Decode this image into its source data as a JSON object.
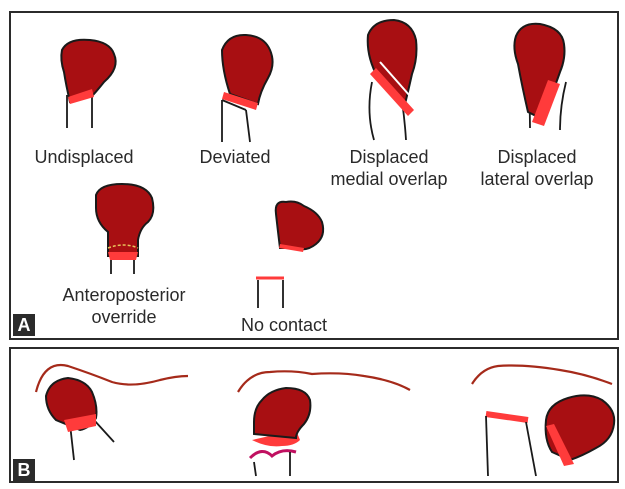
{
  "panels": {
    "a_letter": "A",
    "b_letter": "B"
  },
  "labels": {
    "undisplaced": "Undisplaced",
    "deviated": "Deviated",
    "displaced_medial_line1": "Displaced",
    "displaced_medial_line2": "medial overlap",
    "displaced_lateral_line1": "Displaced",
    "displaced_lateral_line2": "lateral overlap",
    "anteroposterior_line1": "Anteroposterior",
    "anteroposterior_line2": "override",
    "no_contact": "No contact"
  },
  "colors": {
    "bone": "#a80f12",
    "highlight": "#ff3b3b",
    "outline": "#1a1a1a",
    "capsule": "#a52a1a",
    "frame": "#2b2b2b",
    "dashed": "#e8c25a",
    "magenta": "#c01060"
  }
}
